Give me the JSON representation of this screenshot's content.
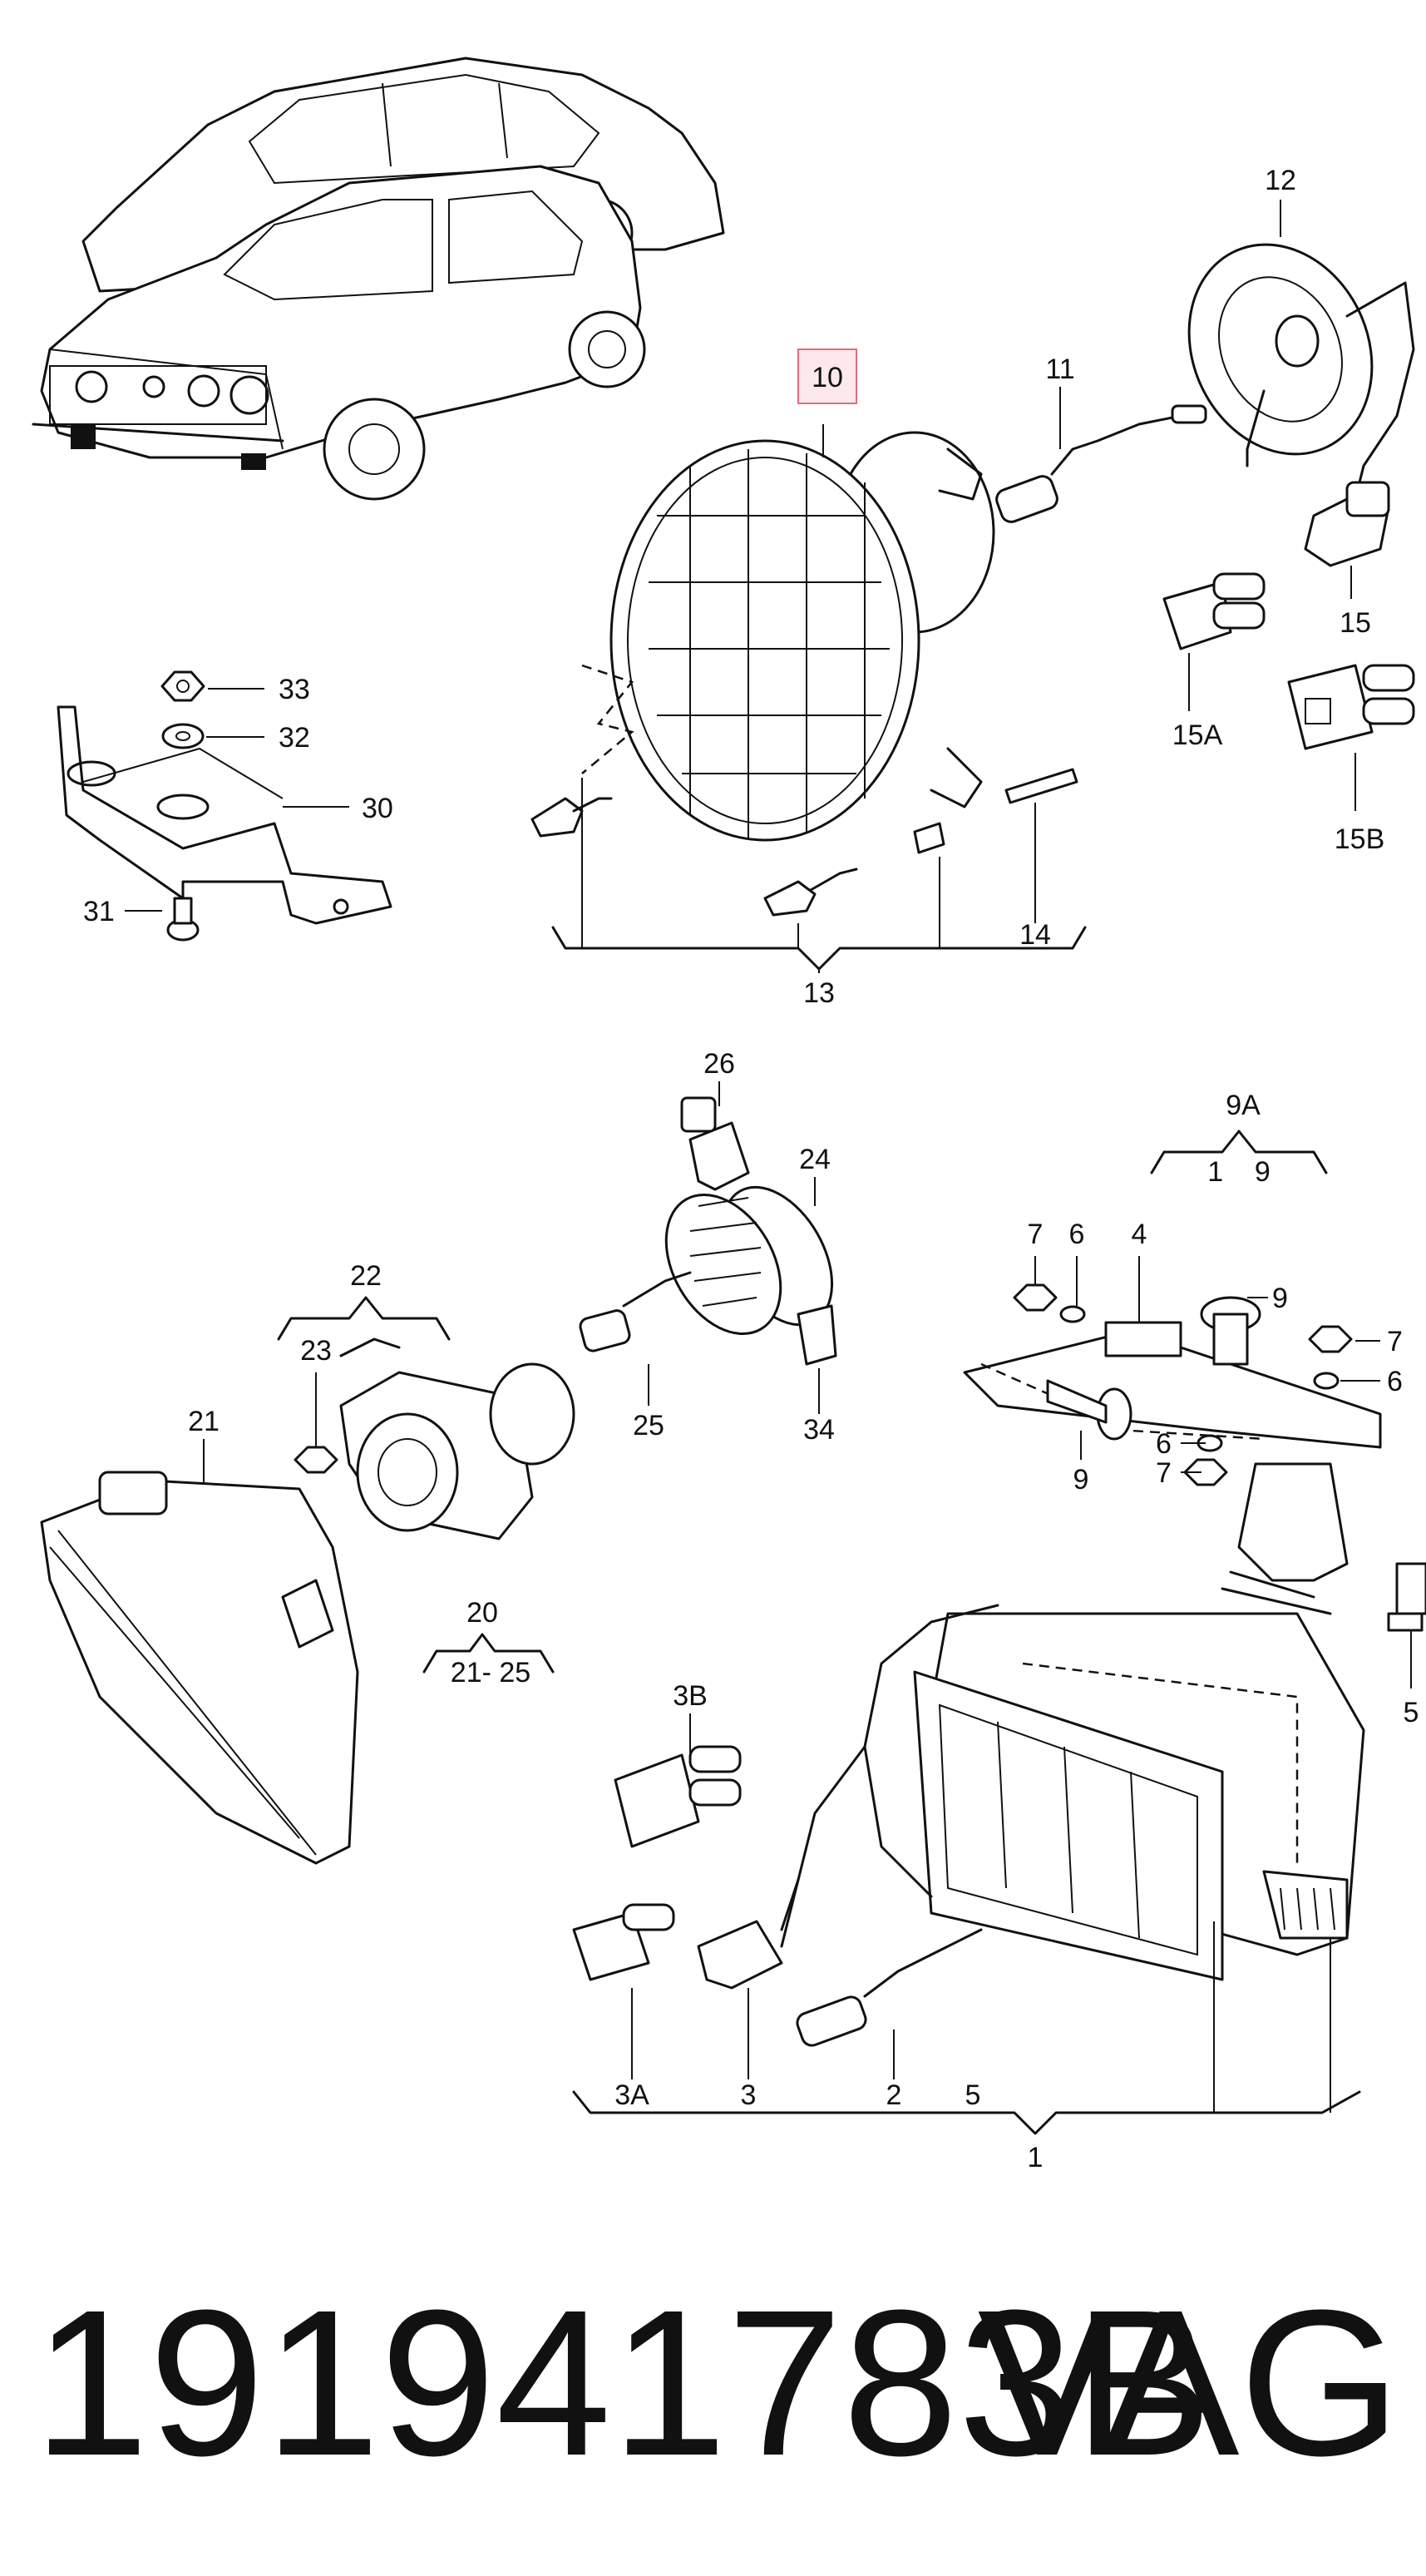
{
  "diagram": {
    "callouts": {
      "c1": "1",
      "c2": "2",
      "c3": "3",
      "c3a": "3A",
      "c3b": "3B",
      "c4": "4",
      "c5a": "5",
      "c5b": "5",
      "c6a": "6",
      "c6b": "6",
      "c6c": "6",
      "c7a": "7",
      "c7b": "7",
      "c7c": "7",
      "c9a": "9",
      "c9b": "9",
      "c9A": "9A",
      "c9A_range": "1    9",
      "c10": "10",
      "c11": "11",
      "c12": "12",
      "c13": "13",
      "c14": "14",
      "c15": "15",
      "c15a": "15A",
      "c15b": "15B",
      "c20": "20",
      "c20_range": "21- 25",
      "c21": "21",
      "c22": "22",
      "c23": "23",
      "c24": "24",
      "c25": "25",
      "c26": "26",
      "c30": "30",
      "c31": "31",
      "c32": "32",
      "c33": "33",
      "c34": "34"
    }
  },
  "footer": {
    "part_number": "191941783B",
    "brand": "VAG"
  },
  "colors": {
    "line": "#111111",
    "highlight_fill": "#fde9ec",
    "highlight_border": "#e56a7a"
  }
}
